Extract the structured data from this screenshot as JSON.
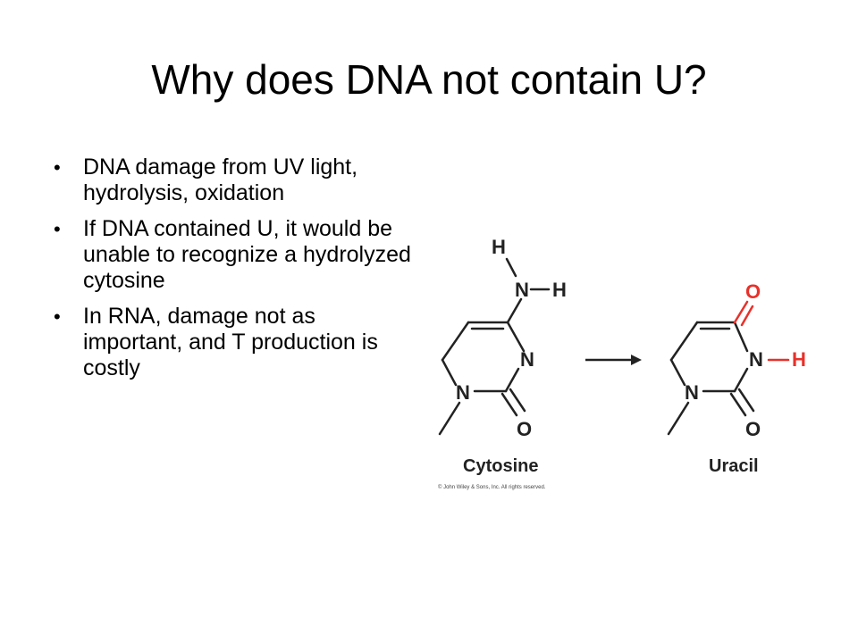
{
  "slide": {
    "title": "Why does DNA not contain U?",
    "bullets": [
      "DNA damage from UV light, hydrolysis, oxidation",
      "If DNA contained U, it would be unable to recognize a hydrolyzed cytosine",
      "In RNA, damage not as important, and T production is costly"
    ]
  },
  "figure": {
    "cytosine": {
      "label": "Cytosine",
      "atoms": {
        "h_top": "H",
        "n_amine": "N",
        "h_amine": "H",
        "n3": "N",
        "n1": "N",
        "o2": "O"
      }
    },
    "uracil": {
      "label": "Uracil",
      "atoms": {
        "o4": "O",
        "n3": "N",
        "h3": "H",
        "n1": "N",
        "o2": "O"
      }
    },
    "copyright": "© John Wiley & Sons, Inc. All rights reserved.",
    "colors": {
      "changed": "#e8312a",
      "default": "#222222"
    }
  }
}
